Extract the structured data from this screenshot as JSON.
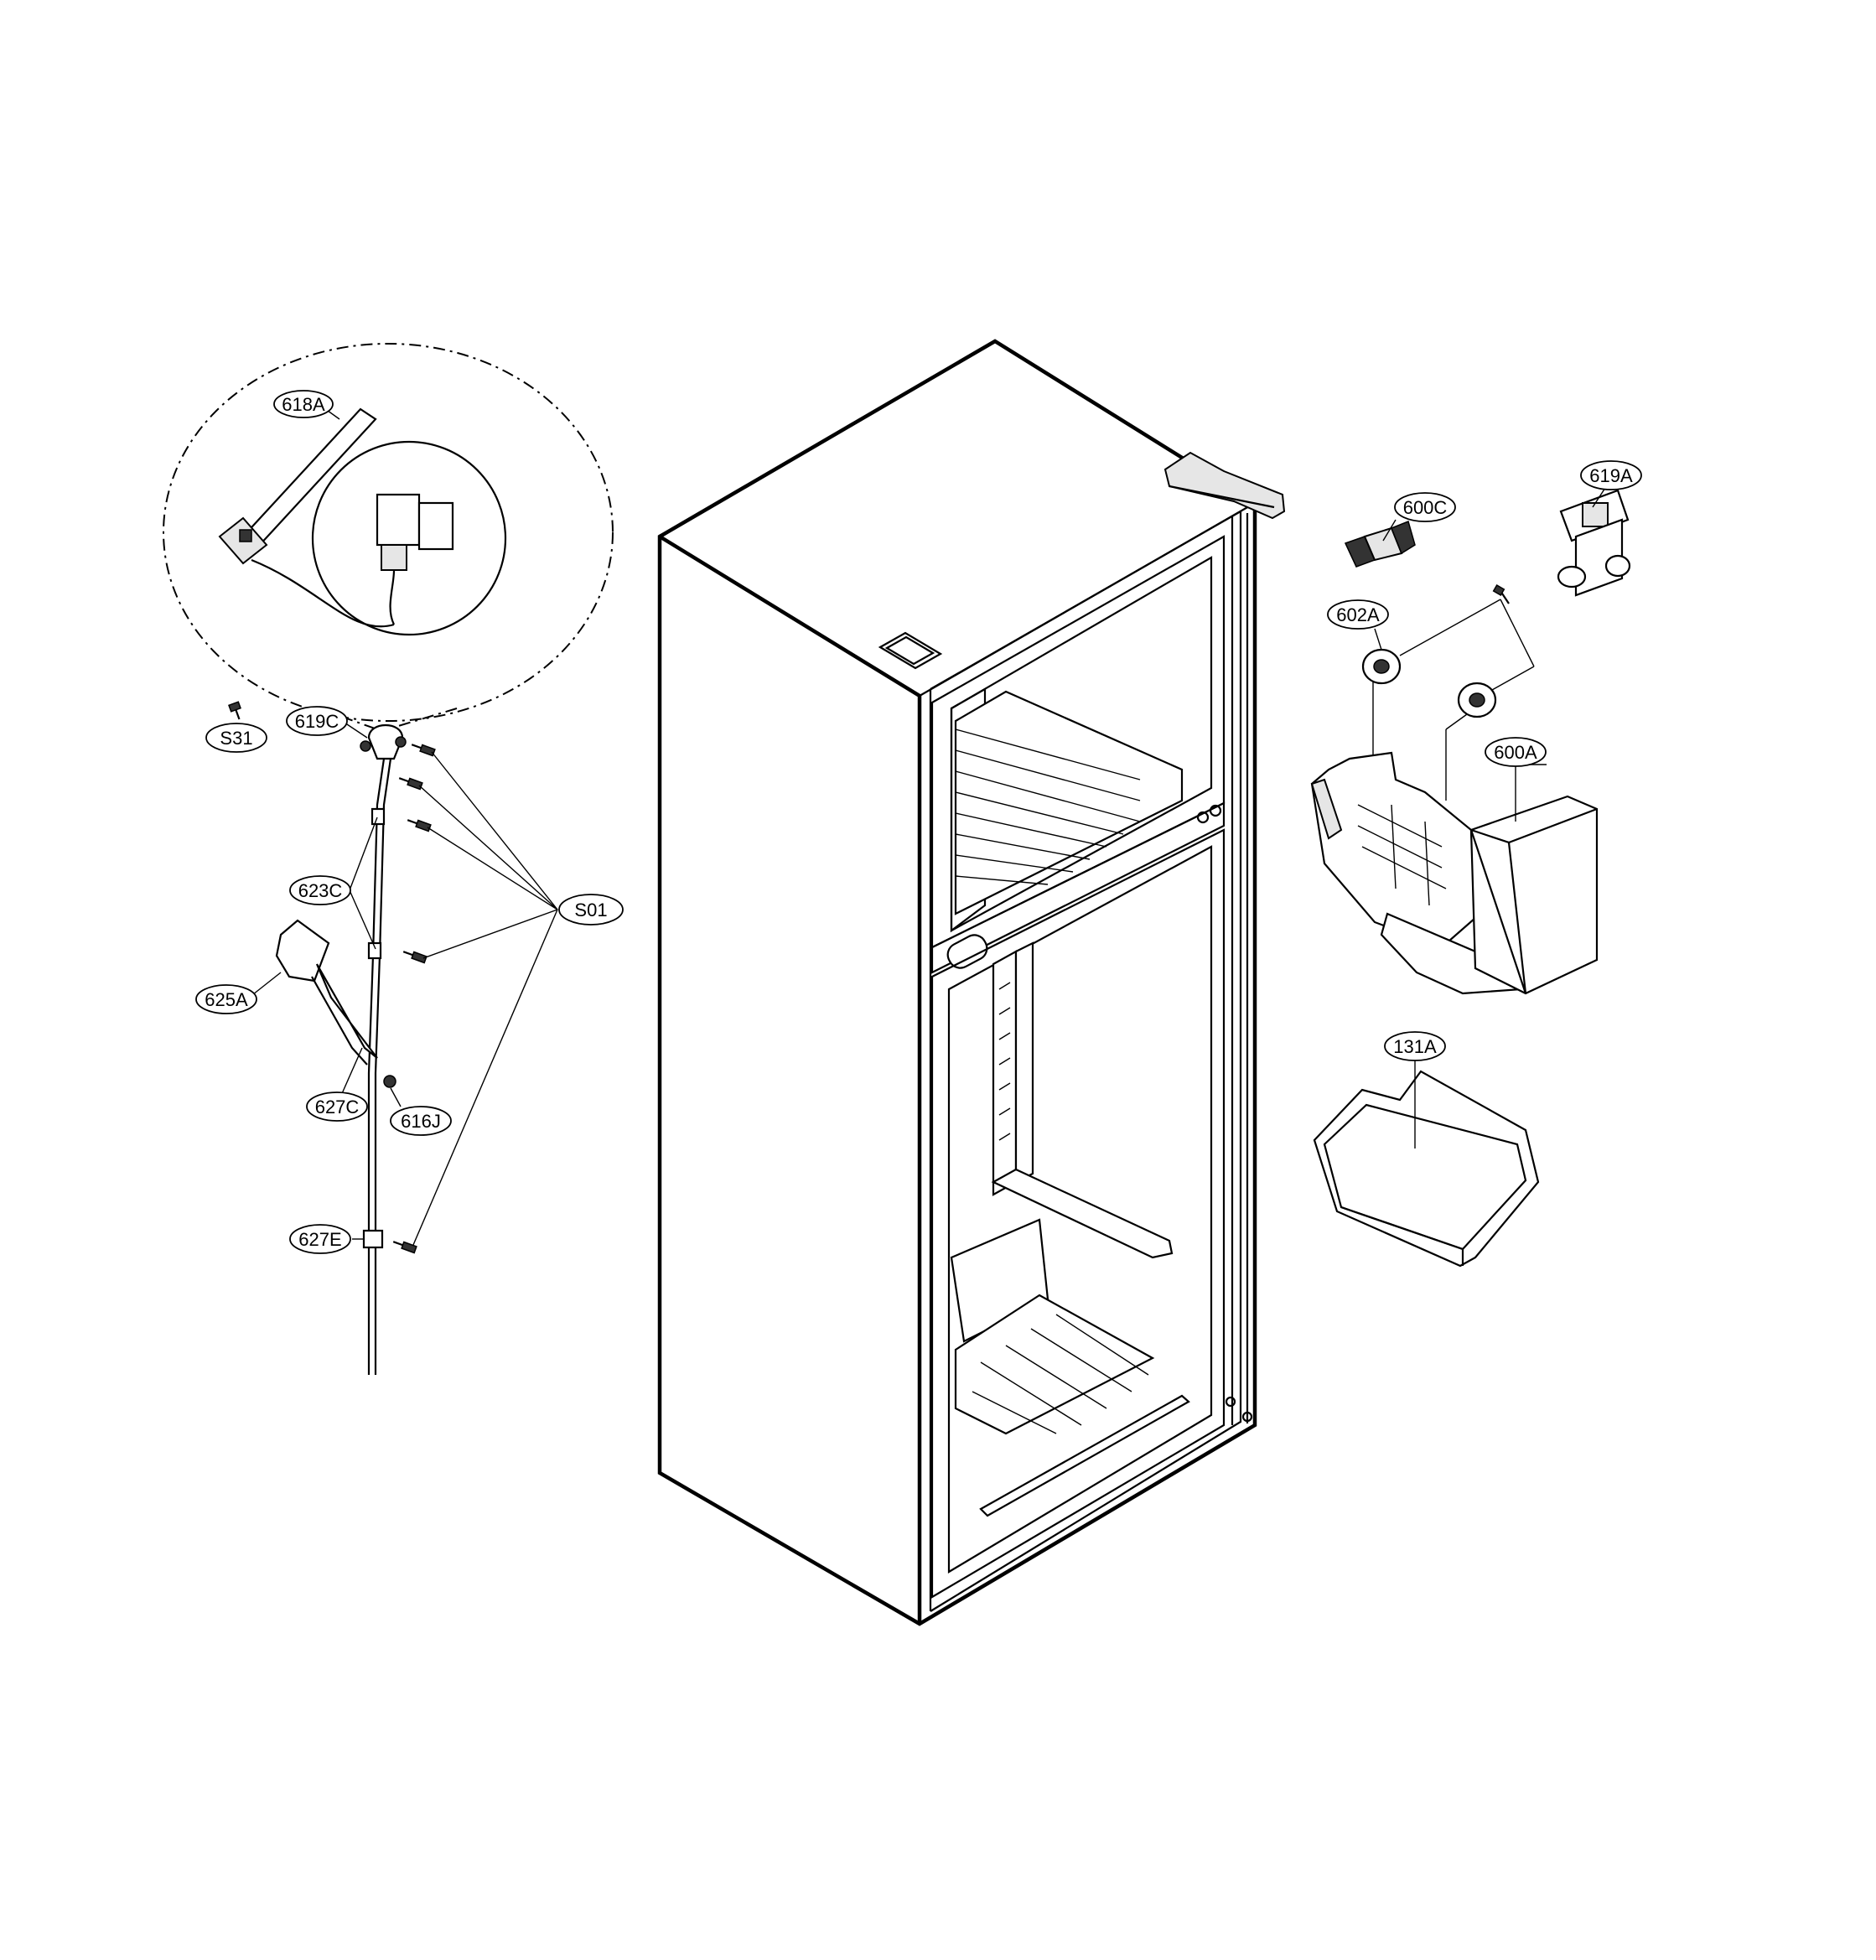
{
  "callouts": {
    "c618A": "618A",
    "cS31": "S31",
    "c619C": "619C",
    "c623C": "623C",
    "cS01": "S01",
    "c625A": "625A",
    "c627C": "627C",
    "c616J": "616J",
    "c627E": "627E",
    "c600C": "600C",
    "c619A": "619A",
    "c602A": "602A",
    "c600A": "600A",
    "c131A": "131A"
  }
}
